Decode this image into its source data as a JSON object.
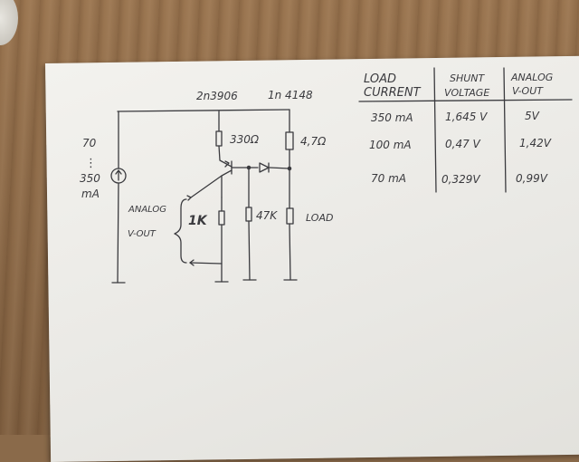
{
  "schematic": {
    "source_range_top": "70",
    "source_range_dots": "⋮",
    "source_range_bottom": "350",
    "source_unit": "mA",
    "transistor": "2n3906",
    "diode": "1n 4148",
    "r_emitter": "330Ω",
    "r_shunt": "4,7Ω",
    "r_pulldown": "1K",
    "r_bias": "47K",
    "load": "LOAD",
    "out_label_1": "ANALOG",
    "out_label_2": "V-OUT"
  },
  "table": {
    "headers": [
      [
        "LOAD",
        "CURRENT"
      ],
      [
        "SHUNT",
        "VOLTAGE"
      ],
      [
        "ANALOG",
        "V-OUT"
      ]
    ],
    "rows": [
      [
        "350 mA",
        "1,645 V",
        "5V"
      ],
      [
        "100 mA",
        "0,47 V",
        "1,42V"
      ],
      [
        "70 mA",
        "0,329V",
        "0,99V"
      ]
    ]
  },
  "colors": {
    "ink": "#3a3a3e",
    "paper": "#eceae6",
    "wood": "#8a6a4a"
  }
}
